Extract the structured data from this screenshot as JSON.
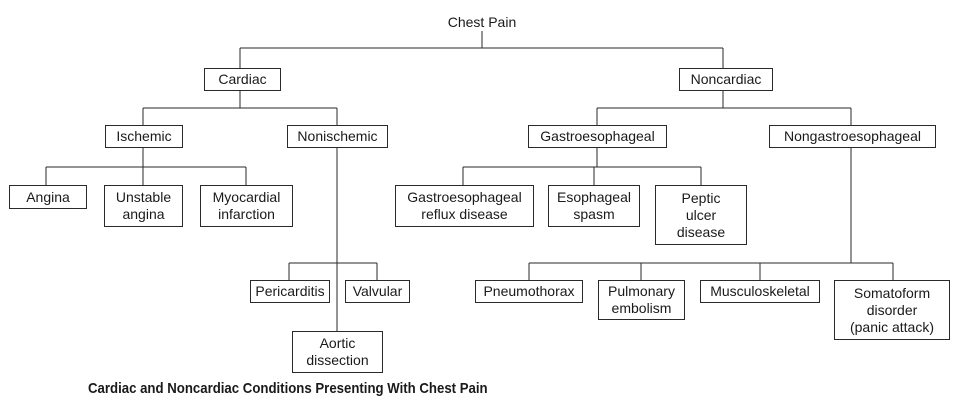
{
  "diagram": {
    "root": "Chest Pain",
    "cardiac": "Cardiac",
    "noncardiac": "Noncardiac",
    "ischemic": "Ischemic",
    "nonischemic": "Nonischemic",
    "gastroesophageal": "Gastroesophageal",
    "nongastroesophageal": "Nongastroesophageal",
    "angina": [
      "Angina"
    ],
    "unstable_angina": [
      "Unstable",
      "angina"
    ],
    "myocardial_infarction": [
      "Myocardial",
      "infarction"
    ],
    "pericarditis": [
      "Pericarditis"
    ],
    "valvular": [
      "Valvular"
    ],
    "aortic_dissection": [
      "Aortic",
      "dissection"
    ],
    "gerd": [
      "Gastroesophageal",
      "reflux disease"
    ],
    "esophageal_spasm": [
      "Esophageal",
      "spasm"
    ],
    "peptic_ulcer": [
      "Peptic",
      "ulcer",
      "disease"
    ],
    "pneumothorax": [
      "Pneumothorax"
    ],
    "pulmonary_embolism": [
      "Pulmonary",
      "embolism"
    ],
    "musculoskeletal": [
      "Musculoskeletal"
    ],
    "somatoform": [
      "Somatoform",
      "disorder",
      "(panic attack)"
    ]
  },
  "caption": "Cardiac and Noncardiac Conditions Presenting With Chest Pain"
}
